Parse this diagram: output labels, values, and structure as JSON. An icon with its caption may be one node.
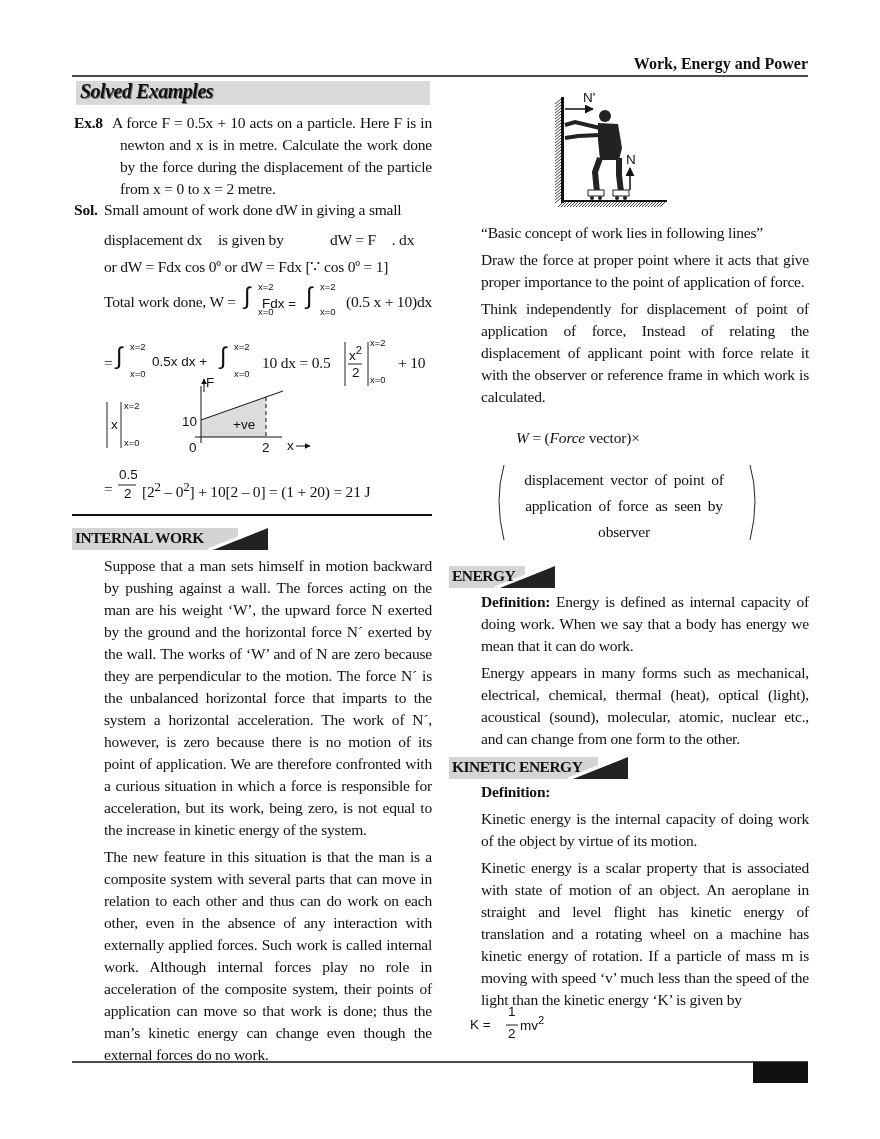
{
  "diagram": {
    "title": "Work, Energy and Power",
    "nodes": [
      {
        "text": [
          "Solved Examples"
        ]
      },
      {
        "text": [
          "INTERNAL WORK"
        ]
      },
      {
        "text": [
          "ENERGY"
        ]
      },
      {
        "text": [
          "KINETIC ENERGY"
        ]
      }
    ],
    "labels": [
      "Ex.8",
      "A force F = 0.5x + 10 acts on a particle. Here F is in newton and x is in metre. Calculate the work done by the force during the displacement of the particle from x = 0 to x = 2 metre.",
      "Sol.",
      "Small amount of work done dW in giving a small",
      "displacement dx⃗ is given by",
      "dW = F⃗ . dx⃗",
      "or dW = Fdx cos 0º or dW = Fdx [∵ cos 0º = 1]",
      "Total work done, W =",
      "∫",
      "x=2",
      "x=0",
      "Fdx =",
      "∫",
      "x=2",
      "x=0",
      "(0.5 x + 10)dx",
      "=",
      "∫",
      "x=2",
      "x=0",
      "0.5x dx +",
      "∫",
      "x=2",
      "x=0",
      "10 dx = 0.5",
      "x$^{2}$",
      "2",
      "x=2",
      "x=0",
      "+ 10",
      "x",
      "x=2",
      "x=0",
      "F",
      "10",
      "+ve",
      "0",
      "2",
      "x",
      "=",
      "0.5",
      "2",
      "[2$^{2}$ – 0$^{2}$] + 10[2 – 0] = (1 + 20) = 21 J",
      "Suppose that a man sets himself in motion backward by pushing against a wall. The forces acting on the man are his weight ‘W’, the upward force N exerted by the ground and the horizontal force N´ exerted by the wall. The works of ‘W’ and of N are zero because they are perpendicular to the motion. The force N´ is the unbalanced horizontal force that imparts to the system a horizontal acceleration. The work of N´, however, is zero because there is no motion of its point of application. We are therefore confronted with a curious situation in which a force is responsible for acceleration, but its work, being zero, is not equal to the increase in kinetic energy of the system.",
      "The new feature in this situation is that the man is a composite system with several parts that can move in relation to each other and thus can do work on each other, even in the absence of any interaction with externally applied forces. Such work is called internal work. Although internal forces play no role in acceleration of the composite system, their points of application can move so that work is done; thus the man’s kinetic energy can change even though the external forces do no work.",
      "N'",
      "N",
      "“Basic concept of work lies in following lines”",
      "Draw the force at proper point where it acts that give proper importance to the point of application of force.",
      "Think independently for displacement of point of application of force, Instead of relating the displacement of applicant point with force relate it with the observer or reference frame in which work is calculated.",
      "*W* = (*Force* vector)×",
      "displacement vector of point of application of force as seen by observer",
      "**Definition:** Energy is defined as internal capacity of doing work. When we say that a body has energy we mean that it can do work.",
      "Energy appears in many forms such as mechanical, electrical, chemical, thermal (heat), optical (light), acoustical (sound), molecular, atomic, nuclear etc., and can change from one form to the other.",
      "Definition:",
      "Kinetic energy is the internal capacity of doing work of the object by virtue of its motion.",
      "Kinetic energy is a scalar property that is associated with state of motion of an object. An aeroplane in straight and level flight has kinetic energy of translation and a rotating wheel on a machine has kinetic energy of rotation. If a particle of mass m is moving with speed ‘v’ much less than the speed of the light than the kinetic energy ‘K’ is given by",
      "K =",
      "1",
      "2",
      "mv$^{2}$"
    ]
  }
}
